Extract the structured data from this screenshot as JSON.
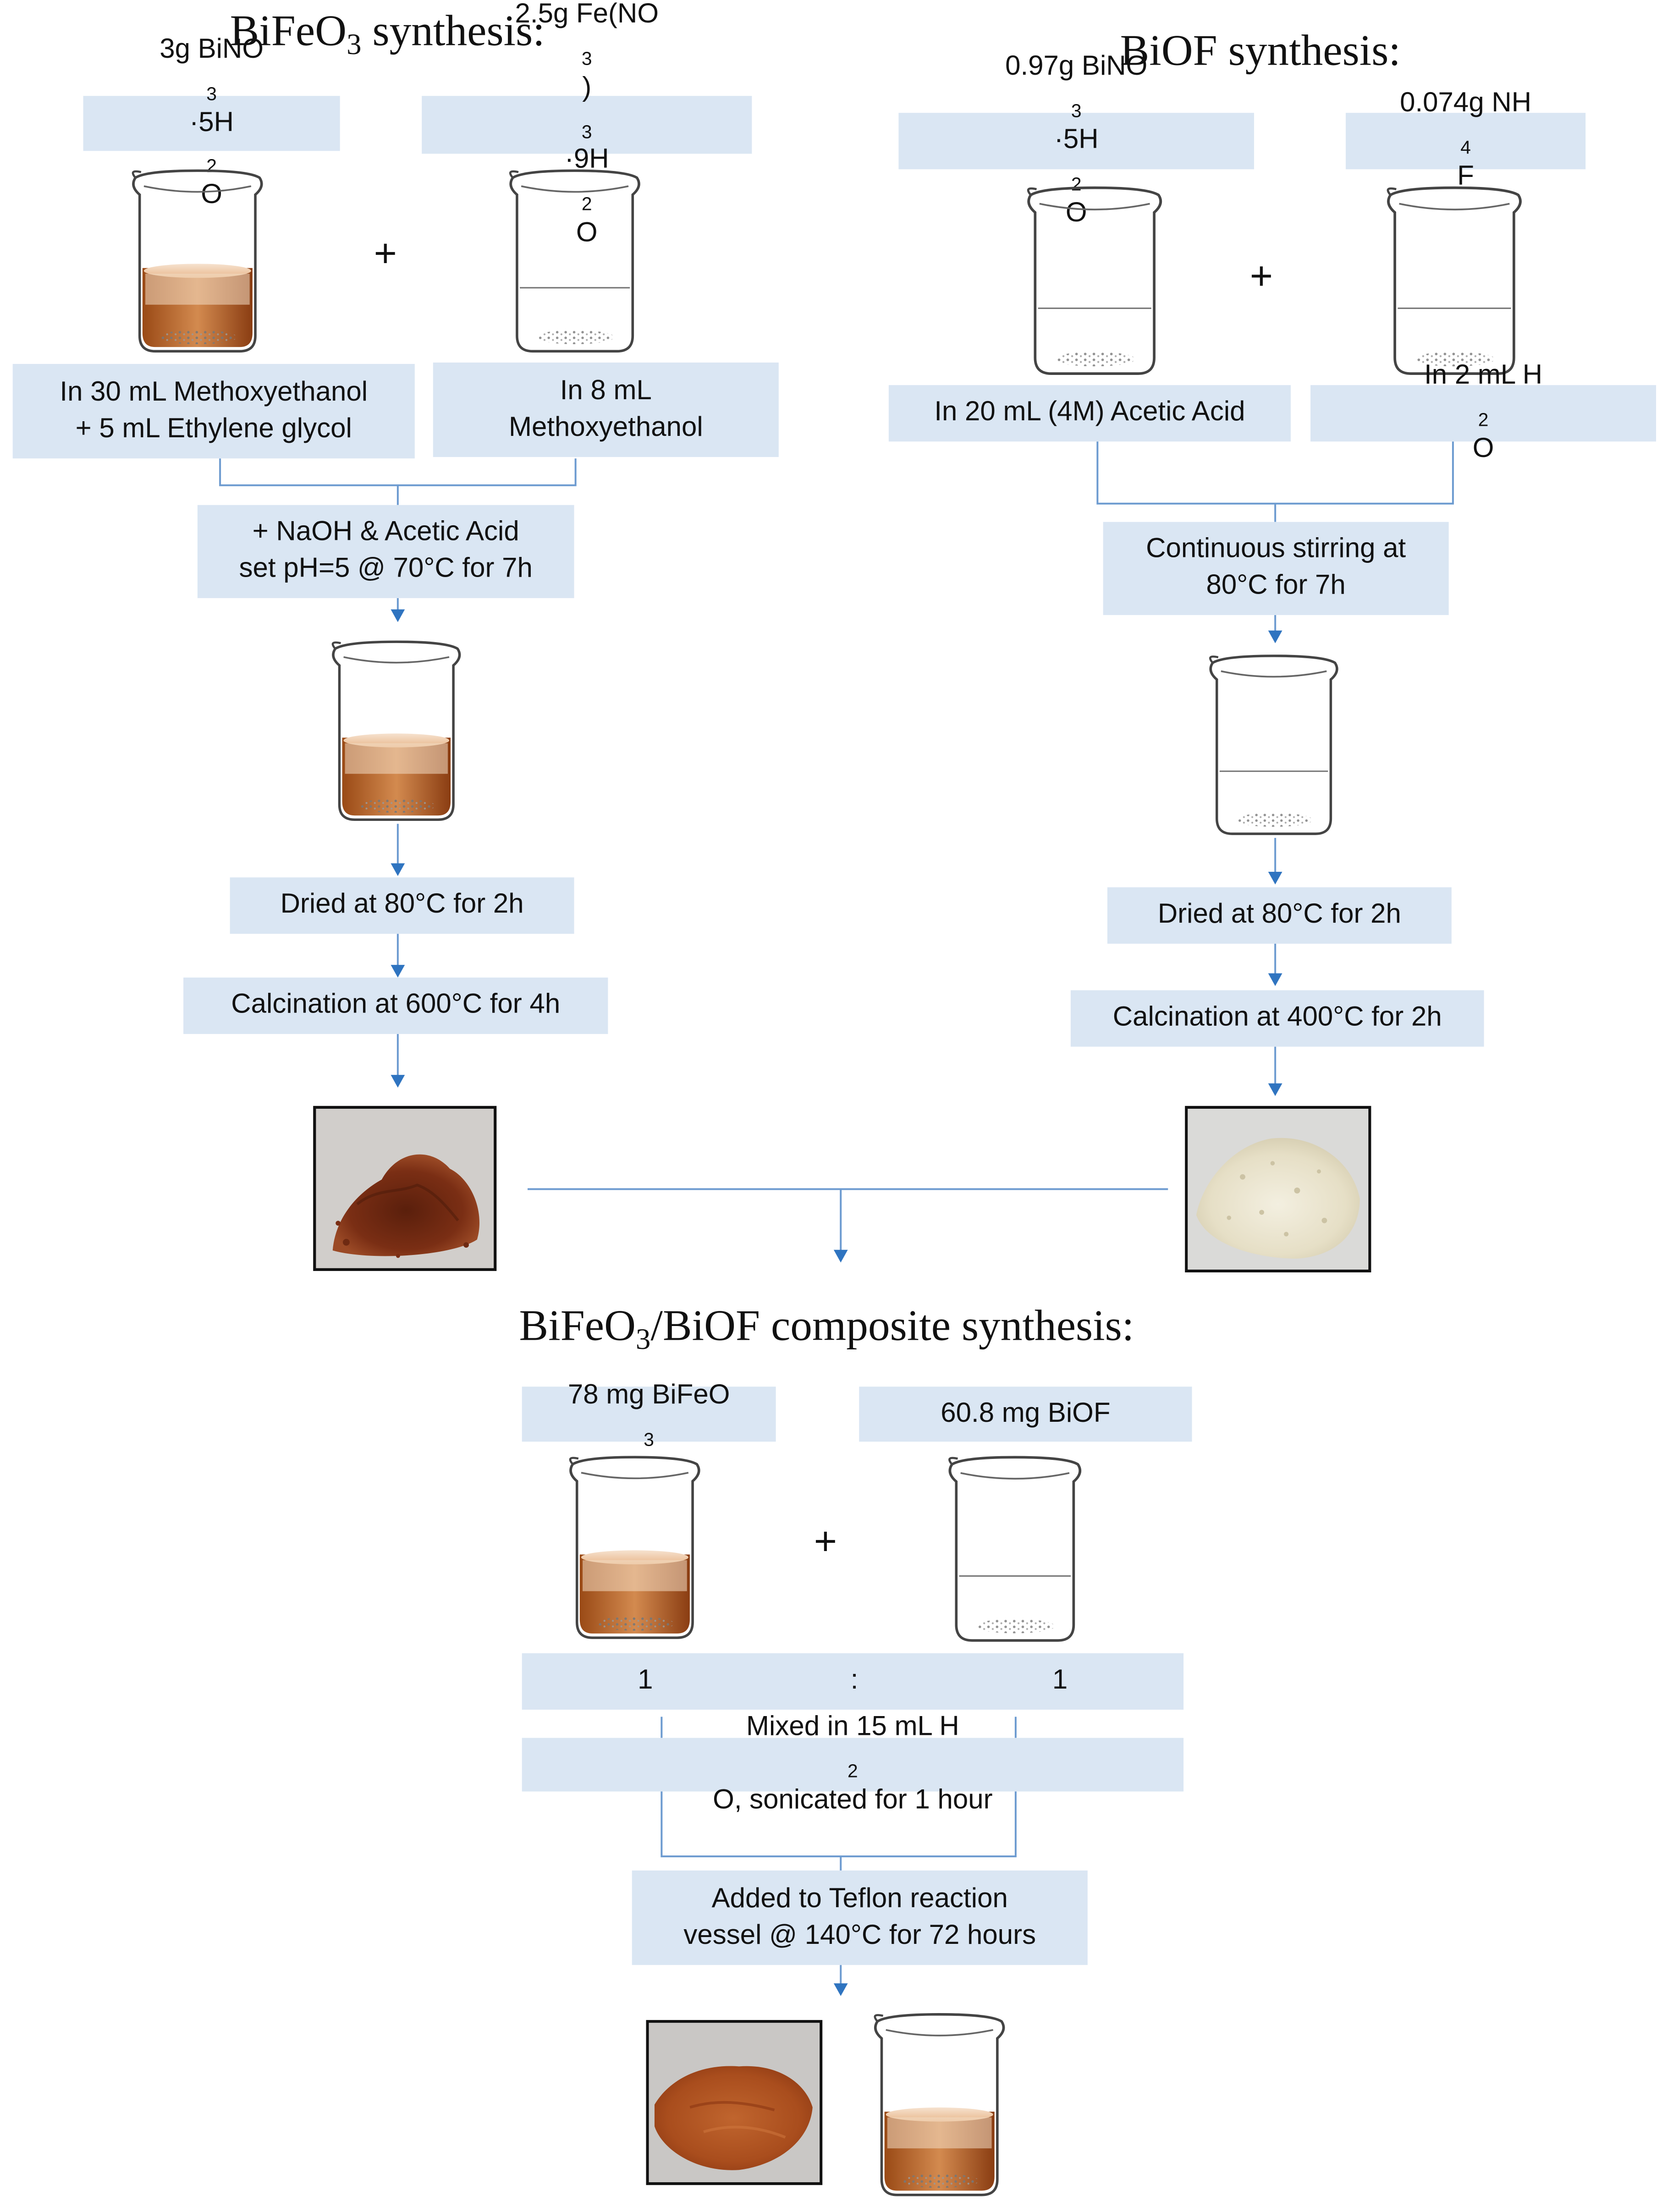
{
  "titles": {
    "bfo_pre": "BiFeO",
    "bfo_sub": "3",
    "bfo_post": " synthesis:",
    "biof": "BiOF synthesis:",
    "comp_pre": "BiFeO",
    "comp_sub": "3",
    "comp_post": "/BiOF composite synthesis:"
  },
  "bfo": {
    "reagent1": {
      "a": "3g BiNO",
      "b": "3",
      "c": "·5H",
      "d": "2",
      "e": "O"
    },
    "reagent2": {
      "a": "2.5g Fe(NO",
      "b": "3",
      "c": ")",
      "d": "3",
      "e": "·9H",
      "f": "2",
      "g": "O"
    },
    "solvent1_line1": "In 30 mL Methoxyethanol",
    "solvent1_line2": "+ 5 mL Ethylene glycol",
    "solvent2_line1": "In 8 mL",
    "solvent2_line2": "Methoxyethanol",
    "step1_line1": "+ NaOH & Acetic Acid",
    "step1_line2": "set pH=5 @ 70°C for 7h",
    "dry": "Dried at 80°C for 2h",
    "calc": "Calcination at 600°C for 4h"
  },
  "biof": {
    "reagent1": {
      "a": "0.97g BiNO",
      "b": "3",
      "c": "·5H",
      "d": "2",
      "e": "O"
    },
    "reagent2": {
      "a": "0.074g NH",
      "b": "4",
      "c": "F"
    },
    "solvent1": "In 20 mL (4M) Acetic Acid",
    "solvent2": {
      "a": "In 2 mL H",
      "b": "2",
      "c": "O"
    },
    "step1_line1": "Continuous stirring at",
    "step1_line2": "80°C for 7h",
    "dry": "Dried at 80°C for 2h",
    "calc": "Calcination at 400°C for 2h"
  },
  "composite": {
    "reagent1": {
      "a": "78 mg BiFeO",
      "b": "3"
    },
    "reagent2": "60.8 mg BiOF",
    "ratio_left": "1",
    "ratio_sep": ":",
    "ratio_right": "1",
    "mix": {
      "a": "Mixed in 15 mL H",
      "b": "2",
      "c": "O, sonicated for 1 hour"
    },
    "teflon_line1": "Added to Teflon reaction",
    "teflon_line2": "vessel @ 140°C for 72 hours"
  },
  "plus": "+",
  "colors": {
    "box_fill": "#dae6f3",
    "connector": "#6d9bd0",
    "arrow": "#2f74c0",
    "bifeo3_powder": "#7a2e14",
    "biof_powder": "#ece6d2",
    "composite_powder": "#b0501f"
  }
}
